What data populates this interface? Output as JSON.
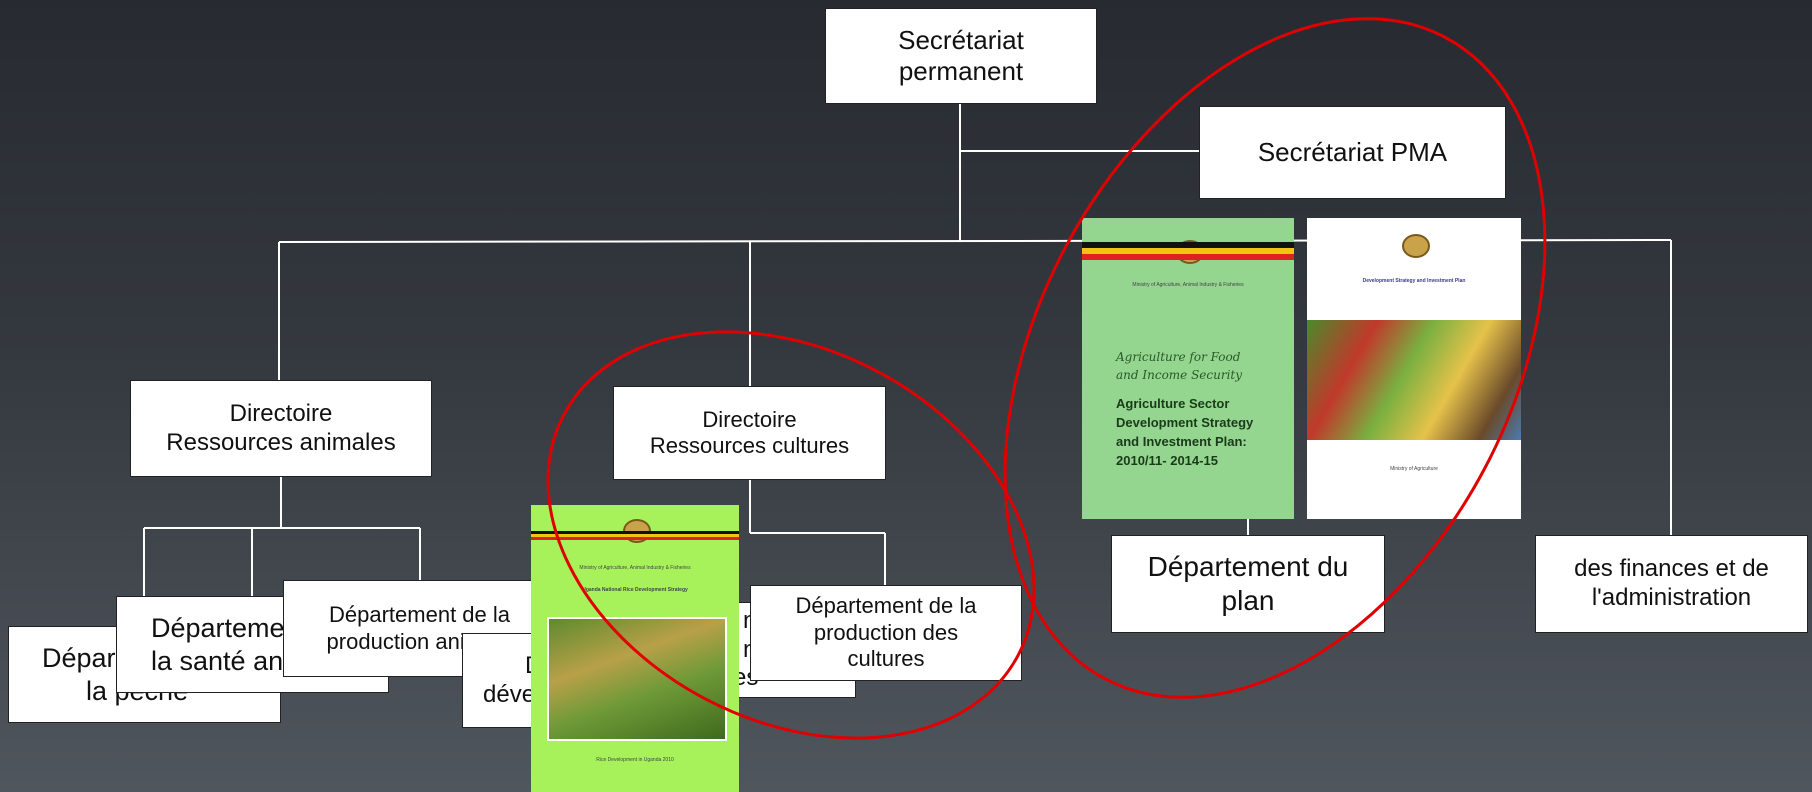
{
  "diagram": {
    "root": {
      "line1": "Secrétariat",
      "line2": "permanent"
    },
    "pma": {
      "label": "Secrétariat PMA"
    },
    "dir_animal": {
      "line1": "Directoire",
      "line2": "Ressources animales"
    },
    "dir_crops": {
      "line1": "Directoire",
      "line2": "Ressources cultures"
    },
    "dept_plan": {
      "line1": "Département du",
      "line2": "plan"
    },
    "dept_finance": {
      "line1": "des finances et de",
      "line2": "l'administration"
    },
    "dept_fishing": {
      "line1": "Dépar",
      "line2": "la pêche"
    },
    "dept_health": {
      "line1": "Départeme",
      "line2": "la santé an"
    },
    "dept_animal_prod": {
      "line1": "Département de la",
      "line2": "production animale"
    },
    "dept_dev": {
      "line1": "Dé",
      "line2": "déve"
    },
    "dept_mid": {
      "line1": "n",
      "line2": "n",
      "line3": "es"
    },
    "dept_crop_prod": {
      "line1": "Département de la",
      "line2": "production des",
      "line3": "cultures"
    }
  },
  "documents": {
    "asdsip": {
      "top_line": "Ministry of Agriculture, Animal Industry & Fisheries",
      "title_italic1": "Agriculture for Food",
      "title_italic2": "and Income Security",
      "title1": "Agriculture Sector",
      "title2": "Development Strategy",
      "title3": "and Investment Plan:",
      "title4": "2010/11- 2014-15"
    },
    "green_report": {
      "top_line": "Ministry of Agriculture, Animal Industry & Fisheries",
      "subtitle": "Uganda National Rice Development Strategy",
      "footer": "Rice Development in Uganda 2010"
    },
    "white_report": {
      "title": "Development Strategy and Investment Plan",
      "footer": "Ministry of Agriculture"
    }
  },
  "colors": {
    "ellipse": "#e00000",
    "connector": "#ffffff",
    "green_doc": "#94d68f",
    "lime_doc": "#a7f25a"
  }
}
